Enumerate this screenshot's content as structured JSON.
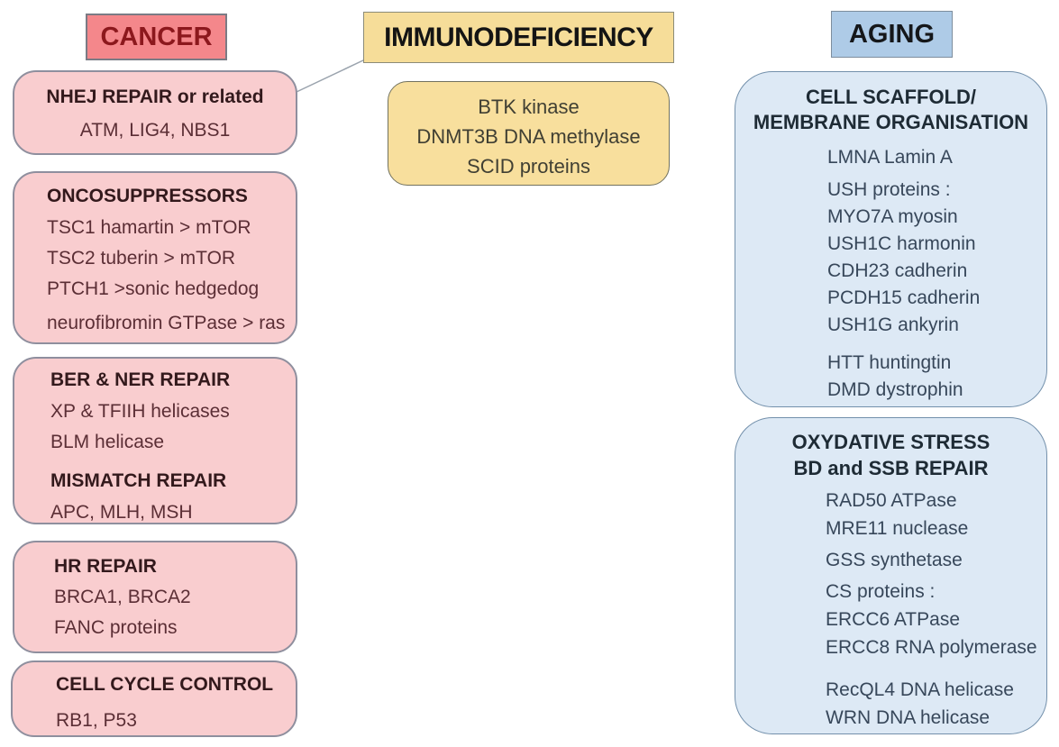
{
  "columns": [
    {
      "id": "cancer",
      "header": "CANCER",
      "boxes": [
        {
          "title": "NHEJ REPAIR or related",
          "lines": [
            "NHEJ REPAIR or related",
            "ATM, LIG4, NBS1"
          ]
        },
        {
          "title": "ONCOSUPPRESSORS",
          "lines": [
            "ONCOSUPPRESSORS",
            "TSC1 hamartin > mTOR",
            "TSC2 tuberin > mTOR",
            "PTCH1 >sonic hedgedog",
            "neurofibromin GTPase > ras"
          ]
        },
        {
          "title": "BER & NER REPAIR / MISMATCH REPAIR",
          "lines": [
            "BER & NER REPAIR",
            "XP & TFIIH helicases",
            "BLM helicase",
            "MISMATCH REPAIR",
            "APC, MLH, MSH"
          ]
        },
        {
          "title": "HR REPAIR",
          "lines": [
            "HR REPAIR",
            "BRCA1, BRCA2",
            "FANC proteins"
          ]
        },
        {
          "title": "CELL CYCLE CONTROL",
          "lines": [
            "CELL CYCLE CONTROL",
            "RB1, P53"
          ]
        }
      ]
    },
    {
      "id": "immunodeficiency",
      "header": "IMMUNODEFICIENCY",
      "boxes": [
        {
          "title": "immunodeficiency proteins",
          "lines": [
            "BTK kinase",
            "DNMT3B DNA methylase",
            "SCID proteins"
          ]
        }
      ]
    },
    {
      "id": "aging",
      "header": "AGING",
      "boxes": [
        {
          "title": "CELL SCAFFOLD / MEMBRANE ORGANISATION",
          "lines": [
            "CELL SCAFFOLD/",
            "MEMBRANE ORGANISATION",
            "LMNA Lamin A",
            "USH proteins :",
            "MYO7A myosin",
            "USH1C harmonin",
            "CDH23 cadherin",
            "PCDH15 cadherin",
            "USH1G ankyrin",
            "HTT huntingtin",
            "DMD dystrophin"
          ]
        },
        {
          "title": "OXYDATIVE STRESS / BD and SSB REPAIR",
          "lines": [
            "OXYDATIVE STRESS",
            "BD and SSB REPAIR",
            "RAD50 ATPase",
            "MRE11 nuclease",
            "GSS synthetase",
            "CS proteins :",
            "ERCC6 ATPase",
            "ERCC8 RNA polymerase",
            "RecQL4 DNA helicase",
            "WRN DNA helicase"
          ]
        }
      ]
    }
  ],
  "connector": {
    "from": "immunodeficiency-header",
    "to": "nhej-repair-box"
  },
  "colors": {
    "background": "#ffffff",
    "cancer_header_fill": "#f4878b",
    "cancer_header_text": "#8c181d",
    "cancer_box_fill": "#f9cdcf",
    "cancer_box_border": "#8f8f9e",
    "immuno_header_fill": "#f6dd99",
    "immuno_box_fill": "#f8df9d",
    "immuno_box_border": "#72725f",
    "aging_header_fill": "#aecbe7",
    "aging_box_fill": "#dde9f5",
    "aging_box_border": "#7390ab",
    "connector_line": "#9aa3ad"
  }
}
